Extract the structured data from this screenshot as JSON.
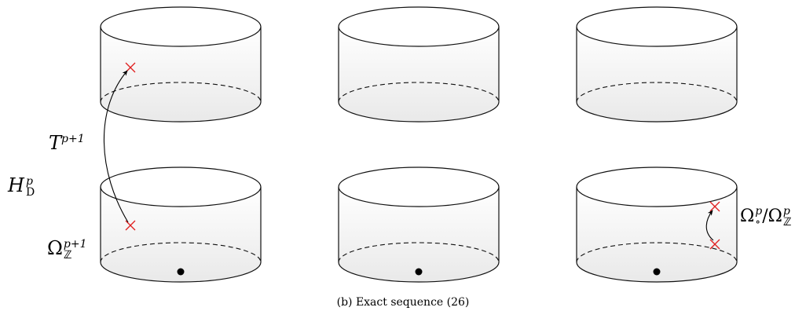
{
  "caption": "(b) Exact sequence (26)",
  "labels": {
    "T": {
      "base": "T",
      "sup": "p+1"
    },
    "H": {
      "base": "H",
      "sup": "p",
      "sub": "D"
    },
    "Omega_left": {
      "base": "Ω",
      "sup": "p+1",
      "sub": "ℤ"
    },
    "Omega_right": {
      "base": "Ω",
      "sup": "p",
      "sub": "∘",
      "slash": "/",
      "base2": "Ω",
      "sup2": "p",
      "sub2": "ℤ"
    }
  },
  "colors": {
    "marker": "#e02020",
    "outline": "#111111",
    "shading": "#ececec"
  }
}
